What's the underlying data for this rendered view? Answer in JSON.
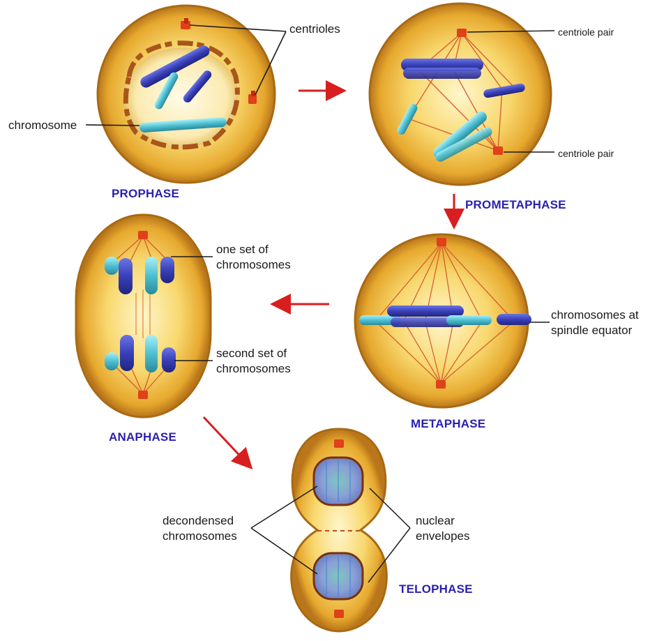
{
  "phases": {
    "prophase": "PROPHASE",
    "prometaphase": "PROMETAPHASE",
    "metaphase": "METAPHASE",
    "anaphase": "ANAPHASE",
    "telophase": "TELOPHASE"
  },
  "labels": {
    "centrioles": "centrioles",
    "chromosome": "chromosome",
    "centriole_pair_top": "centriole pair",
    "centriole_pair_bottom": "centriole pair",
    "one_set_line1": "one set of",
    "one_set_line2": "chromosomes",
    "second_set_line1": "second set of",
    "second_set_line2": "chromosomes",
    "equator_line1": "chromosomes at",
    "equator_line2": "spindle equator",
    "decondensed_line1": "decondensed",
    "decondensed_line2": "chromosomes",
    "nuclear_line1": "nuclear",
    "nuclear_line2": "envelopes"
  },
  "colors": {
    "cell_outer": "#c88a1e",
    "cell_inner": "#f7d777",
    "chromosome_dark": "#3a40b8",
    "chromosome_light": "#5ec8d8",
    "centriole": "#e0401a",
    "spindle": "#d24a2a",
    "arrow": "#d81e1e",
    "phase_label": "#2a1fb0"
  }
}
